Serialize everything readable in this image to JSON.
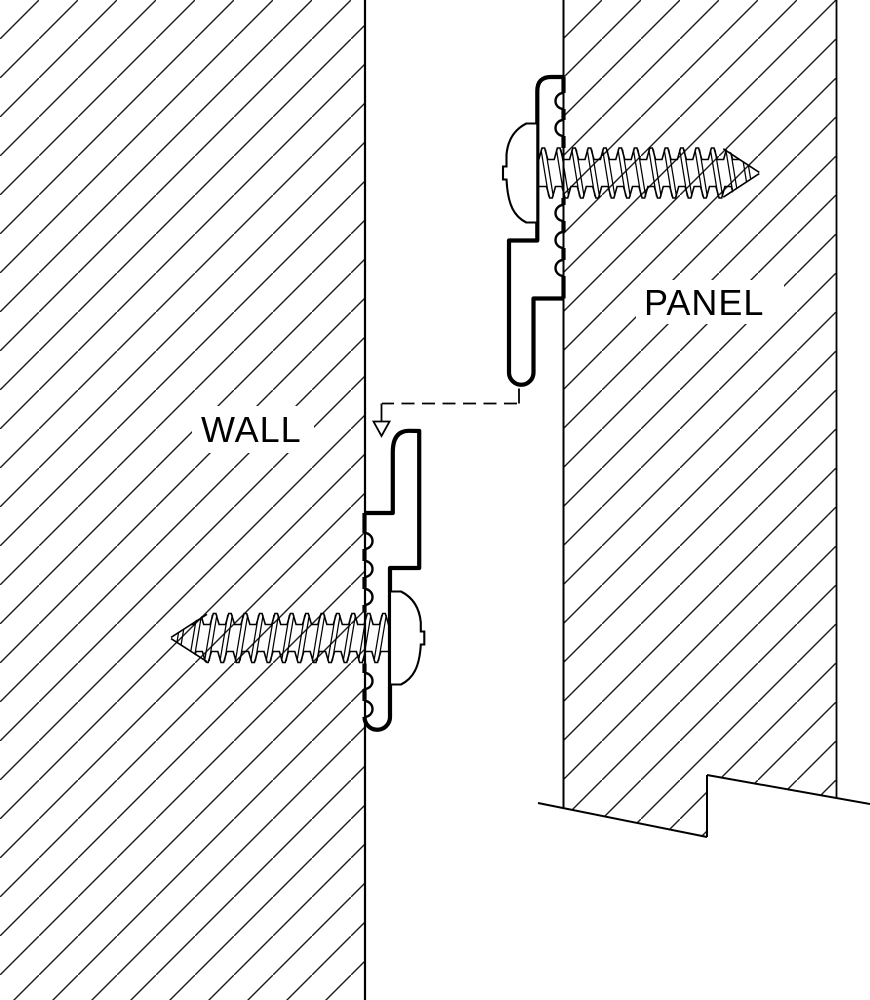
{
  "diagram": {
    "labels": {
      "wall": "WALL",
      "panel": "PANEL"
    },
    "colors": {
      "line": "#000000",
      "hatch_line": "#1c1c1c",
      "background": "#ffffff"
    },
    "leader_arrow": {
      "icon": "down-open-arrow-icon",
      "line_style": "dashed",
      "meaning": "panel clip drops down onto wall clip"
    }
  }
}
